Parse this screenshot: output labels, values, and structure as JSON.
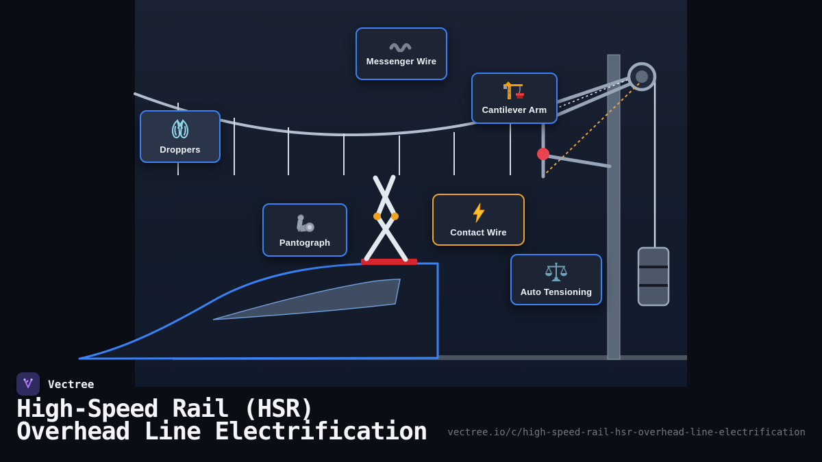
{
  "brand": {
    "name": "Vectree"
  },
  "title": {
    "line1": "High-Speed Rail (HSR)",
    "line2": "Overhead Line Electrification"
  },
  "footer": {
    "url": "vectree.io/c/high-speed-rail-hsr-overhead-line-electrification"
  },
  "labels": {
    "messenger_wire": "Messenger Wire",
    "cantilever_arm": "Cantilever Arm",
    "droppers": "Droppers",
    "pantograph": "Pantograph",
    "contact_wire": "Contact Wire",
    "auto_tensioning": "Auto Tensioning"
  },
  "icons": {
    "messenger_wire": "wavy-line-icon",
    "cantilever_arm": "crane-icon",
    "droppers": "ballet-shoes-icon",
    "pantograph": "mechanical-arm-icon",
    "contact_wire": "lightning-bolt-icon",
    "auto_tensioning": "balance-scale-icon",
    "brand": "vectree-branch-icon"
  },
  "colors": {
    "accent_blue": "#3b82f6",
    "accent_orange": "#f0a32a",
    "wire_gray": "#b3bfcf",
    "contact_strip_red": "#d7252f",
    "steady_arm_marker_red": "#e8434f",
    "train_outline_blue": "#3b82f6",
    "brand_purple": "#a974f5",
    "panel_bg": "#151d2d",
    "outer_bg": "#0b0d15"
  }
}
